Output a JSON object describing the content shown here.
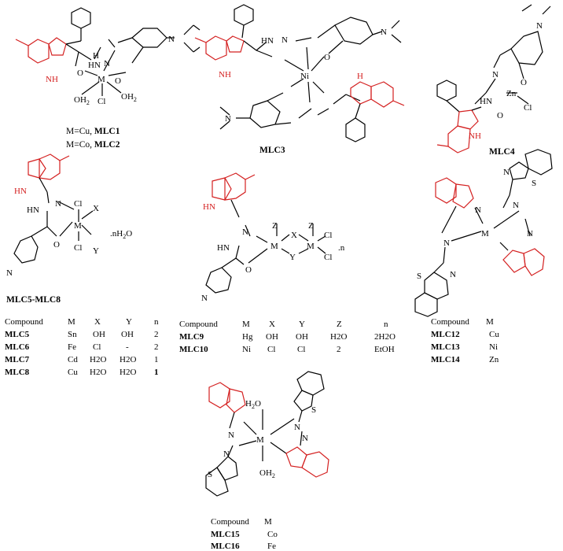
{
  "structures": {
    "mlc1": {
      "atoms": {
        "H": "H",
        "HN": "HN",
        "N": "N",
        "N2": "N",
        "Et2N": "N",
        "M": "M",
        "O": "O",
        "O2": "O",
        "OH2a": "OH",
        "OH2b": "OH",
        "Cl": "Cl",
        "NH": "NH"
      },
      "caption_line1_prefix": "M=Cu, ",
      "caption_line1_bold": "MLC1",
      "caption_line2_prefix": "M=Co, ",
      "caption_line2_bold": "MLC2"
    },
    "mlc3": {
      "atoms": {
        "HN": "HN",
        "N": "N",
        "Ni": "Ni",
        "O": "O",
        "NH": "NH",
        "H": "H",
        "Nr": "N"
      },
      "caption": "MLC3"
    },
    "mlc4": {
      "atoms": {
        "N": "N",
        "Et2N": "N",
        "Zn": "Zn",
        "O": "O",
        "Cl": "Cl",
        "HN": "HN",
        "NH": "NH"
      },
      "caption": "MLC4"
    },
    "mlc5": {
      "atoms": {
        "HN": "HN",
        "N": "N",
        "M": "M",
        "Cl": "Cl",
        "X": "X",
        "Y": "Y",
        "O": "O",
        "Npy": "N",
        "HN2": "HN"
      },
      "suffix": ".nH",
      "suffix_sub": "2",
      "suffix_o": "O",
      "caption": "MLC5-MLC8"
    },
    "mlc9": {
      "atoms": {
        "HN": "HN",
        "N": "N",
        "M": "M",
        "Z": "Z",
        "X": "X",
        "Y": "Y",
        "Cl": "Cl",
        "O": "O",
        "Npy": "N",
        "HN2": "HN"
      },
      "suffix": ".n"
    },
    "mlc12": {
      "atoms": {
        "N": "N",
        "M": "M",
        "S": "S"
      }
    },
    "mlc15": {
      "atoms": {
        "H2O": "H",
        "M": "M",
        "N": "N",
        "S": "S",
        "OH2": "OH"
      }
    }
  },
  "tables": {
    "mlc5_8": {
      "headers": [
        "Compound",
        "M",
        "X",
        "Y",
        "n"
      ],
      "rows": [
        [
          "MLC5",
          "Sn",
          "OH",
          "OH",
          "2"
        ],
        [
          "MLC6",
          "Fe",
          "Cl",
          "-",
          "2"
        ],
        [
          "MLC7",
          "Cd",
          "H2O",
          "H2O",
          "1"
        ],
        [
          "MLC8",
          "Cu",
          "H2O",
          "H2O",
          "1"
        ]
      ]
    },
    "mlc9_10": {
      "headers": [
        "Compound",
        "M",
        "X",
        "Y",
        "Z",
        "n"
      ],
      "rows": [
        [
          "MLC9",
          "Hg",
          "OH",
          "OH",
          "H2O",
          "2H2O"
        ],
        [
          "MLC10",
          "Ni",
          "Cl",
          "Cl",
          "2",
          "EtOH"
        ]
      ]
    },
    "mlc12_14": {
      "headers": [
        "Compound",
        "M"
      ],
      "rows": [
        [
          "MLC12",
          "Cu"
        ],
        [
          "MLC13",
          "Ni"
        ],
        [
          "MLC14",
          "Zn"
        ]
      ]
    },
    "mlc15_16": {
      "headers": [
        "Compound",
        "M"
      ],
      "rows": [
        [
          "MLC15",
          "Co"
        ],
        [
          "MLC16",
          "Fe"
        ]
      ]
    }
  },
  "colors": {
    "indole": "#d42020",
    "bond": "#000000"
  }
}
